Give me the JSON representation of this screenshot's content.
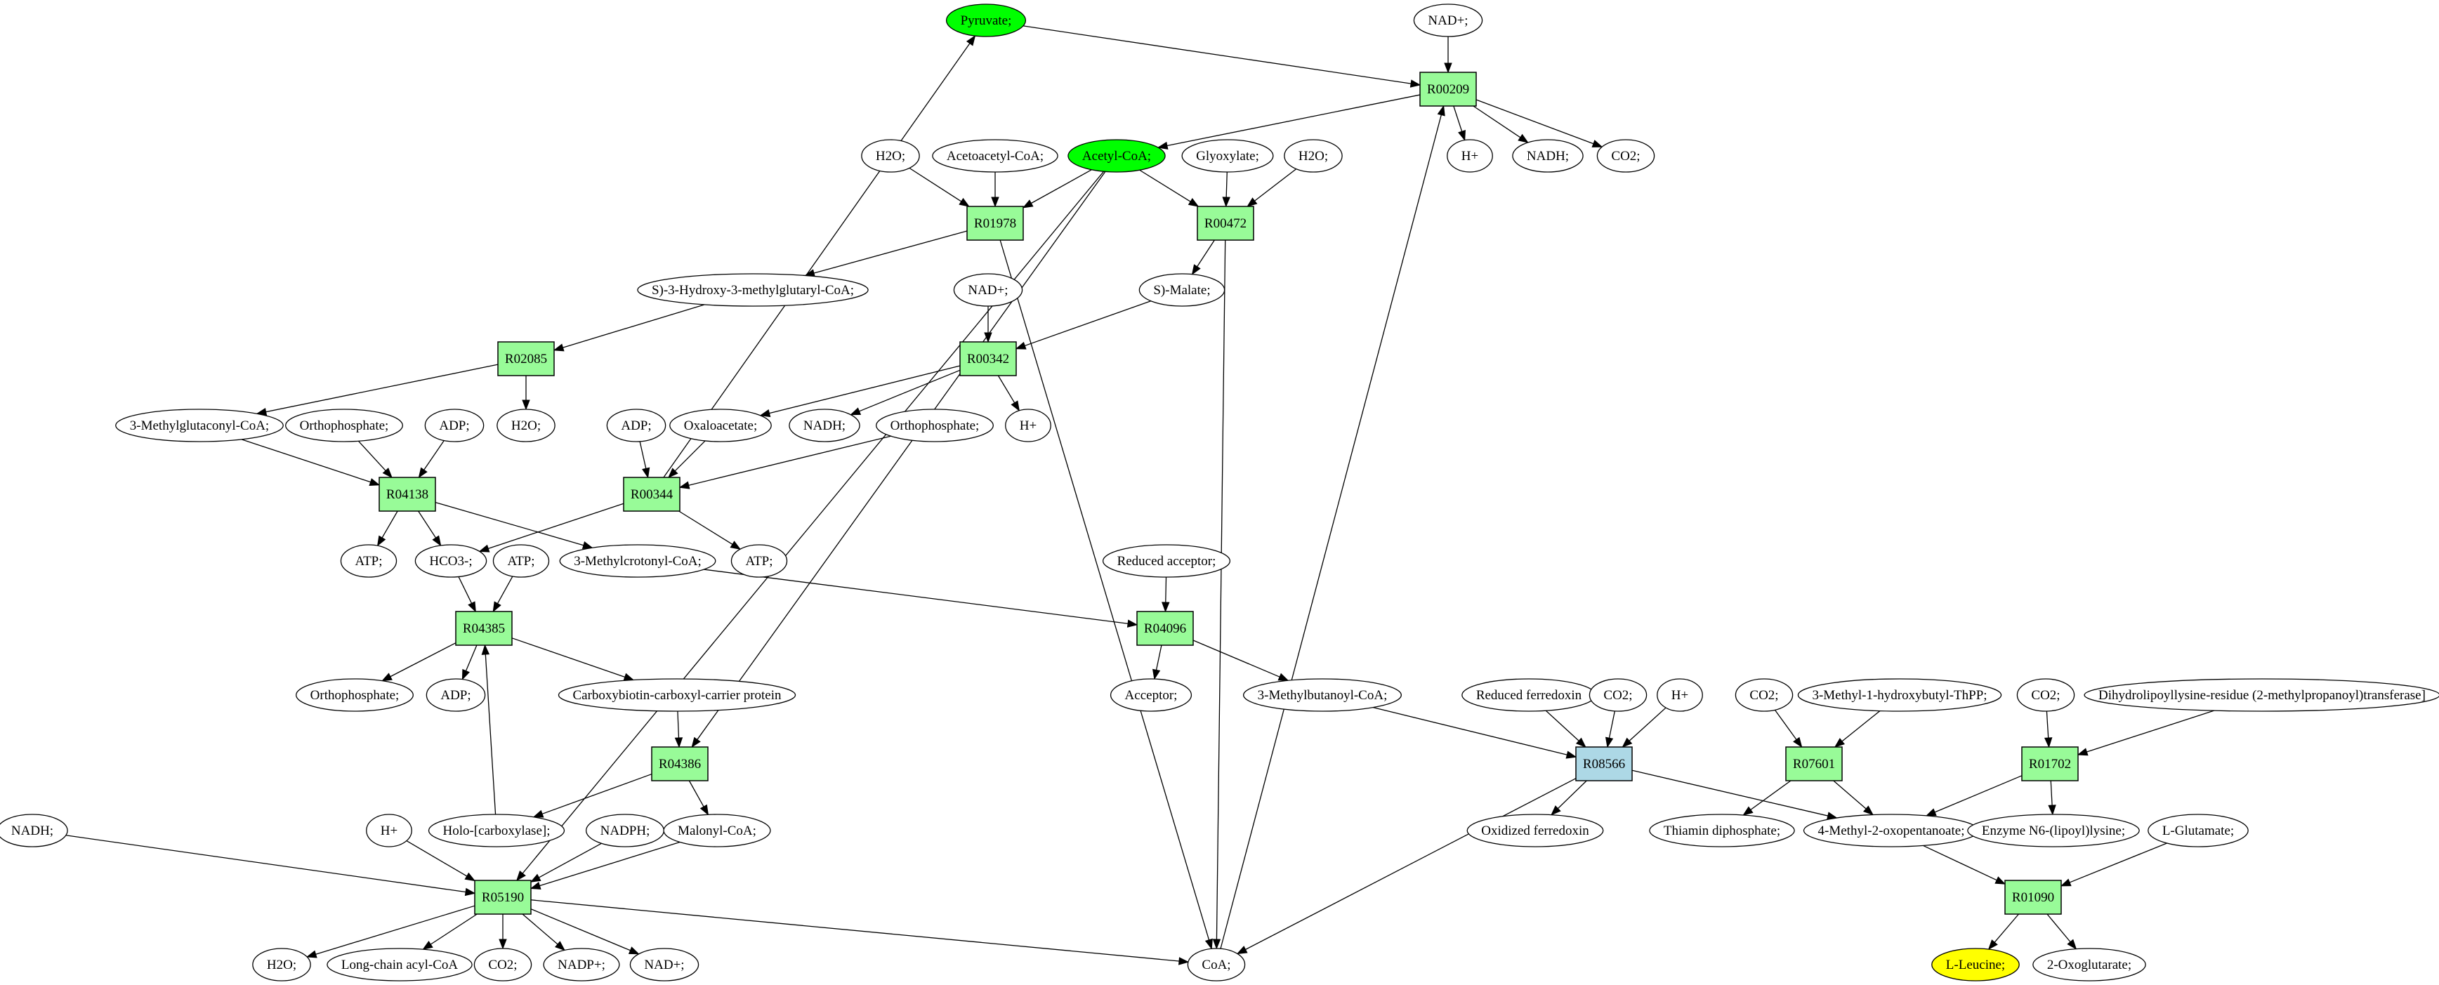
{
  "colors": {
    "reaction_default": "#98fb98",
    "reaction_highlight": "#add8e6",
    "compound_default": "#ffffff",
    "compound_start": "#00ff00",
    "compound_target": "#ffff00",
    "edge": "#000000"
  },
  "nodes": [
    {
      "id": "pyruvate",
      "label": "Pyruvate;",
      "type": "compound",
      "style": "start"
    },
    {
      "id": "nadp_top",
      "label": "NAD+;",
      "type": "compound"
    },
    {
      "id": "R00209",
      "label": "R00209",
      "type": "reaction"
    },
    {
      "id": "acetylcoa",
      "label": "Acetyl-CoA;",
      "type": "compound",
      "style": "start"
    },
    {
      "id": "hplus1",
      "label": "H+",
      "type": "compound"
    },
    {
      "id": "nadh1",
      "label": "NADH;",
      "type": "compound"
    },
    {
      "id": "co2_1",
      "label": "CO2;",
      "type": "compound"
    },
    {
      "id": "h2o_1",
      "label": "H2O;",
      "type": "compound"
    },
    {
      "id": "acetoacetylcoa",
      "label": "Acetoacetyl-CoA;",
      "type": "compound"
    },
    {
      "id": "glyoxylate",
      "label": "Glyoxylate;",
      "type": "compound"
    },
    {
      "id": "h2o_2",
      "label": "H2O;",
      "type": "compound"
    },
    {
      "id": "R01978",
      "label": "R01978",
      "type": "reaction"
    },
    {
      "id": "R00472",
      "label": "R00472",
      "type": "reaction"
    },
    {
      "id": "hmgcoa",
      "label": "S)-3-Hydroxy-3-methylglutaryl-CoA;",
      "type": "compound"
    },
    {
      "id": "nadp_2",
      "label": "NAD+;",
      "type": "compound"
    },
    {
      "id": "malate",
      "label": "S)-Malate;",
      "type": "compound"
    },
    {
      "id": "R02085",
      "label": "R02085",
      "type": "reaction"
    },
    {
      "id": "R00342",
      "label": "R00342",
      "type": "reaction"
    },
    {
      "id": "mglutcoa",
      "label": "3-Methylglutaconyl-CoA;",
      "type": "compound"
    },
    {
      "id": "pi_1",
      "label": "Orthophosphate;",
      "type": "compound"
    },
    {
      "id": "adp_1",
      "label": "ADP;",
      "type": "compound"
    },
    {
      "id": "h2o_3",
      "label": "H2O;",
      "type": "compound"
    },
    {
      "id": "adp_2",
      "label": "ADP;",
      "type": "compound"
    },
    {
      "id": "oxaloacetate",
      "label": "Oxaloacetate;",
      "type": "compound"
    },
    {
      "id": "nadh2",
      "label": "NADH;",
      "type": "compound"
    },
    {
      "id": "pi_2",
      "label": "Orthophosphate;",
      "type": "compound"
    },
    {
      "id": "hplus2",
      "label": "H+",
      "type": "compound"
    },
    {
      "id": "R04138",
      "label": "R04138",
      "type": "reaction"
    },
    {
      "id": "R00344",
      "label": "R00344",
      "type": "reaction"
    },
    {
      "id": "atp_1",
      "label": "ATP;",
      "type": "compound"
    },
    {
      "id": "hco3",
      "label": "HCO3-;",
      "type": "compound"
    },
    {
      "id": "atp_2",
      "label": "ATP;",
      "type": "compound"
    },
    {
      "id": "mcrotcoa",
      "label": "3-Methylcrotonyl-CoA;",
      "type": "compound"
    },
    {
      "id": "atp_3",
      "label": "ATP;",
      "type": "compound"
    },
    {
      "id": "redacc",
      "label": "Reduced acceptor;",
      "type": "compound"
    },
    {
      "id": "R04385",
      "label": "R04385",
      "type": "reaction"
    },
    {
      "id": "R04096",
      "label": "R04096",
      "type": "reaction"
    },
    {
      "id": "pi_3",
      "label": "Orthophosphate;",
      "type": "compound"
    },
    {
      "id": "adp_3",
      "label": "ADP;",
      "type": "compound"
    },
    {
      "id": "carboxybiotin",
      "label": "Carboxybiotin-carboxyl-carrier protein",
      "type": "compound"
    },
    {
      "id": "acceptor",
      "label": "Acceptor;",
      "type": "compound"
    },
    {
      "id": "mbutcoa",
      "label": "3-Methylbutanoyl-CoA;",
      "type": "compound"
    },
    {
      "id": "redfd",
      "label": "Reduced ferredoxin",
      "type": "compound"
    },
    {
      "id": "co2_2",
      "label": "CO2;",
      "type": "compound"
    },
    {
      "id": "hplus3",
      "label": "H+",
      "type": "compound"
    },
    {
      "id": "co2_3",
      "label": "CO2;",
      "type": "compound"
    },
    {
      "id": "mhbthpp",
      "label": "3-Methyl-1-hydroxybutyl-ThPP;",
      "type": "compound"
    },
    {
      "id": "co2_4",
      "label": "CO2;",
      "type": "compound"
    },
    {
      "id": "dihydrolipoyl",
      "label": "Dihydrolipoyllysine-residue (2-methylpropanoyl)transferase]",
      "type": "compound"
    },
    {
      "id": "R04386",
      "label": "R04386",
      "type": "reaction"
    },
    {
      "id": "R08566",
      "label": "R08566",
      "type": "reaction",
      "style": "highlight"
    },
    {
      "id": "R07601",
      "label": "R07601",
      "type": "reaction"
    },
    {
      "id": "R01702",
      "label": "R01702",
      "type": "reaction"
    },
    {
      "id": "nadh3",
      "label": "NADH;",
      "type": "compound"
    },
    {
      "id": "hplus4",
      "label": "H+",
      "type": "compound"
    },
    {
      "id": "holo",
      "label": "Holo-[carboxylase];",
      "type": "compound"
    },
    {
      "id": "nadph",
      "label": "NADPH;",
      "type": "compound"
    },
    {
      "id": "malonylcoa",
      "label": "Malonyl-CoA;",
      "type": "compound"
    },
    {
      "id": "oxfd",
      "label": "Oxidized ferredoxin",
      "type": "compound"
    },
    {
      "id": "thiamin",
      "label": "Thiamin diphosphate;",
      "type": "compound"
    },
    {
      "id": "kic",
      "label": "4-Methyl-2-oxopentanoate;",
      "type": "compound"
    },
    {
      "id": "enzn6",
      "label": "Enzyme N6-(lipoyl)lysine;",
      "type": "compound"
    },
    {
      "id": "glutamate",
      "label": "L-Glutamate;",
      "type": "compound"
    },
    {
      "id": "R05190",
      "label": "R05190",
      "type": "reaction"
    },
    {
      "id": "R01090",
      "label": "R01090",
      "type": "reaction"
    },
    {
      "id": "h2o_4",
      "label": "H2O;",
      "type": "compound"
    },
    {
      "id": "lcacylcoa",
      "label": "Long-chain acyl-CoA",
      "type": "compound"
    },
    {
      "id": "co2_5",
      "label": "CO2;",
      "type": "compound"
    },
    {
      "id": "nadpplus",
      "label": "NADP+;",
      "type": "compound"
    },
    {
      "id": "nadp_3",
      "label": "NAD+;",
      "type": "compound"
    },
    {
      "id": "coa",
      "label": "CoA;",
      "type": "compound"
    },
    {
      "id": "leucine",
      "label": "L-Leucine;",
      "type": "compound",
      "style": "target"
    },
    {
      "id": "oxoglutarate",
      "label": "2-Oxoglutarate;",
      "type": "compound"
    }
  ],
  "edges": [
    [
      "pyruvate",
      "R00209"
    ],
    [
      "nadp_top",
      "R00209"
    ],
    [
      "coa",
      "R00209"
    ],
    [
      "R00209",
      "acetylcoa"
    ],
    [
      "R00209",
      "hplus1"
    ],
    [
      "R00209",
      "nadh1"
    ],
    [
      "R00209",
      "co2_1"
    ],
    [
      "h2o_1",
      "R01978"
    ],
    [
      "acetoacetylcoa",
      "R01978"
    ],
    [
      "acetylcoa",
      "R01978"
    ],
    [
      "acetylcoa",
      "R00472"
    ],
    [
      "glyoxylate",
      "R00472"
    ],
    [
      "h2o_2",
      "R00472"
    ],
    [
      "R01978",
      "hmgcoa"
    ],
    [
      "R01978",
      "coa"
    ],
    [
      "R00472",
      "malate"
    ],
    [
      "R00472",
      "coa"
    ],
    [
      "hmgcoa",
      "R02085"
    ],
    [
      "R02085",
      "mglutcoa"
    ],
    [
      "R02085",
      "h2o_3"
    ],
    [
      "nadp_2",
      "R00342"
    ],
    [
      "malate",
      "R00342"
    ],
    [
      "R00342",
      "oxaloacetate"
    ],
    [
      "R00342",
      "nadh2"
    ],
    [
      "R00342",
      "hplus2"
    ],
    [
      "mglutcoa",
      "R04138"
    ],
    [
      "pi_1",
      "R04138"
    ],
    [
      "adp_1",
      "R04138"
    ],
    [
      "R04138",
      "atp_1"
    ],
    [
      "R04138",
      "hco3"
    ],
    [
      "R04138",
      "mcrotcoa"
    ],
    [
      "adp_2",
      "R00344"
    ],
    [
      "oxaloacetate",
      "R00344"
    ],
    [
      "pi_2",
      "R00344"
    ],
    [
      "R00344",
      "hco3"
    ],
    [
      "R00344",
      "atp_3"
    ],
    [
      "R00344",
      "pyruvate"
    ],
    [
      "hco3",
      "R04385"
    ],
    [
      "atp_2",
      "R04385"
    ],
    [
      "holo",
      "R04385"
    ],
    [
      "R04385",
      "pi_3"
    ],
    [
      "R04385",
      "adp_3"
    ],
    [
      "R04385",
      "carboxybiotin"
    ],
    [
      "mcrotcoa",
      "R04096"
    ],
    [
      "redacc",
      "R04096"
    ],
    [
      "R04096",
      "acceptor"
    ],
    [
      "R04096",
      "mbutcoa"
    ],
    [
      "carboxybiotin",
      "R04386"
    ],
    [
      "acetylcoa",
      "R04386"
    ],
    [
      "R04386",
      "holo"
    ],
    [
      "R04386",
      "malonylcoa"
    ],
    [
      "mbutcoa",
      "R08566"
    ],
    [
      "redfd",
      "R08566"
    ],
    [
      "co2_2",
      "R08566"
    ],
    [
      "hplus3",
      "R08566"
    ],
    [
      "R08566",
      "oxfd"
    ],
    [
      "R08566",
      "kic"
    ],
    [
      "R08566",
      "coa"
    ],
    [
      "co2_3",
      "R07601"
    ],
    [
      "mhbthpp",
      "R07601"
    ],
    [
      "R07601",
      "thiamin"
    ],
    [
      "R07601",
      "kic"
    ],
    [
      "co2_4",
      "R01702"
    ],
    [
      "dihydrolipoyl",
      "R01702"
    ],
    [
      "R01702",
      "kic"
    ],
    [
      "R01702",
      "enzn6"
    ],
    [
      "nadh3",
      "R05190"
    ],
    [
      "acetylcoa",
      "R05190"
    ],
    [
      "hplus4",
      "R05190"
    ],
    [
      "nadph",
      "R05190"
    ],
    [
      "malonylcoa",
      "R05190"
    ],
    [
      "R05190",
      "h2o_4"
    ],
    [
      "R05190",
      "lcacylcoa"
    ],
    [
      "R05190",
      "co2_5"
    ],
    [
      "R05190",
      "nadpplus"
    ],
    [
      "R05190",
      "nadp_3"
    ],
    [
      "R05190",
      "coa"
    ],
    [
      "kic",
      "R01090"
    ],
    [
      "glutamate",
      "R01090"
    ],
    [
      "R01090",
      "leucine"
    ],
    [
      "R01090",
      "oxoglutarate"
    ]
  ]
}
